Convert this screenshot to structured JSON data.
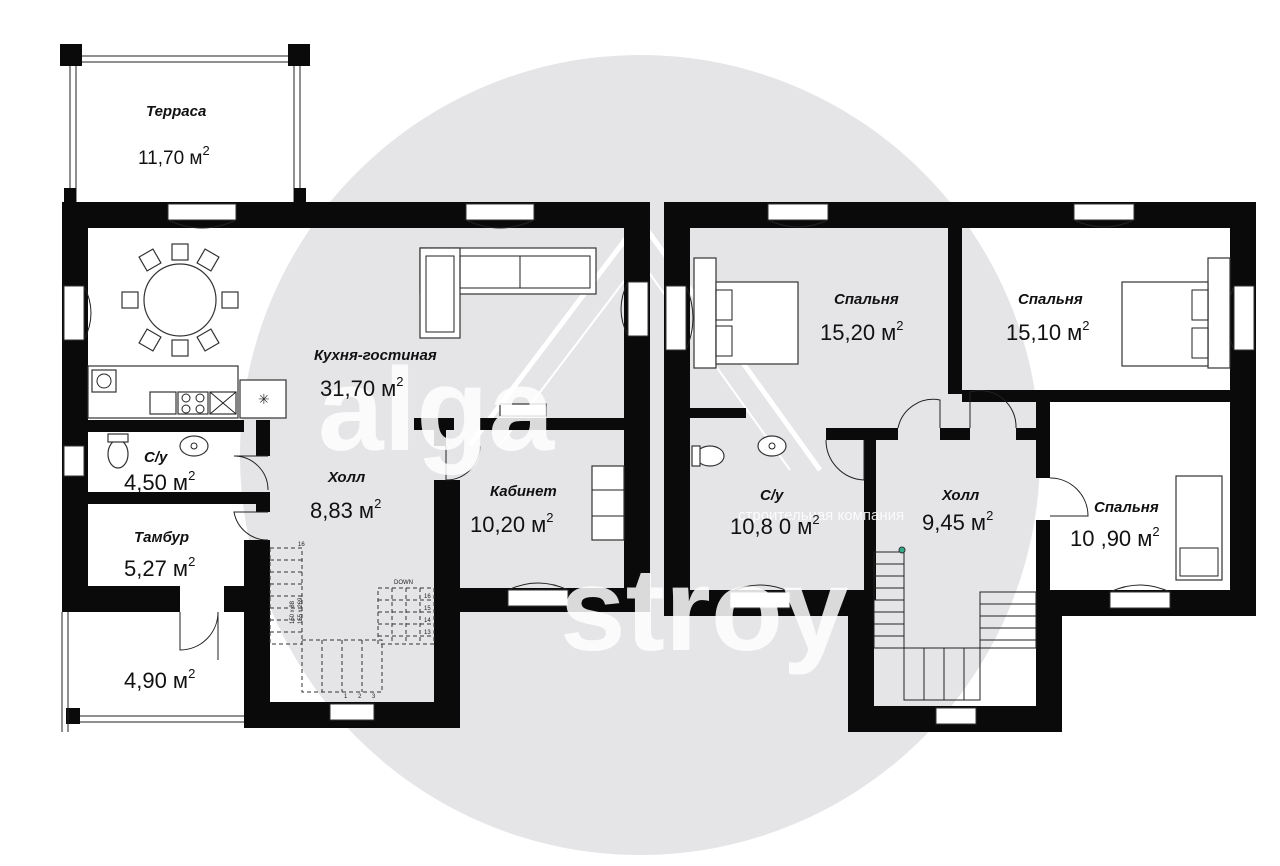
{
  "watermark": {
    "brand_top": "alga",
    "brand_bottom": "stroy",
    "tagline": "строительная компания"
  },
  "floor1": {
    "rooms": {
      "terrace": {
        "name": "Терраса",
        "area": "11,70 м",
        "sup": "2"
      },
      "kitchen_living": {
        "name": "Кухня-гостиная",
        "area": "31,70 м",
        "sup": "2"
      },
      "bathroom": {
        "name": "С/у",
        "area": "4,50 м",
        "sup": "2"
      },
      "hall": {
        "name": "Холл",
        "area": "8,83 м",
        "sup": "2"
      },
      "office": {
        "name": "Кабинет",
        "area": "10,20 м",
        "sup": "2"
      },
      "vestibule": {
        "name": "Тамбур",
        "area": "5,27 м",
        "sup": "2"
      },
      "porch": {
        "name": "",
        "area": "4,90 м",
        "sup": "2"
      }
    },
    "stair": {
      "label_down": "DOWN",
      "label_dim1": "150 x 88",
      "label_dim2": "155 x 269",
      "steps_top": "16",
      "steps": [
        "16",
        "15",
        "14",
        "13"
      ],
      "bottom_steps": [
        "1",
        "2",
        "3"
      ]
    }
  },
  "floor2": {
    "rooms": {
      "bedroom1": {
        "name": "Спальня",
        "area": "15,20 м",
        "sup": "2"
      },
      "bedroom2": {
        "name": "Спальня",
        "area": "15,10 м",
        "sup": "2"
      },
      "bathroom": {
        "name": "С/у",
        "area": "10,8 0 м",
        "sup": "2"
      },
      "hall": {
        "name": "Холл",
        "area": "9,45 м",
        "sup": "2"
      },
      "bedroom3": {
        "name": "Спальня",
        "area": "10 ,90 м",
        "sup": "2"
      }
    }
  }
}
